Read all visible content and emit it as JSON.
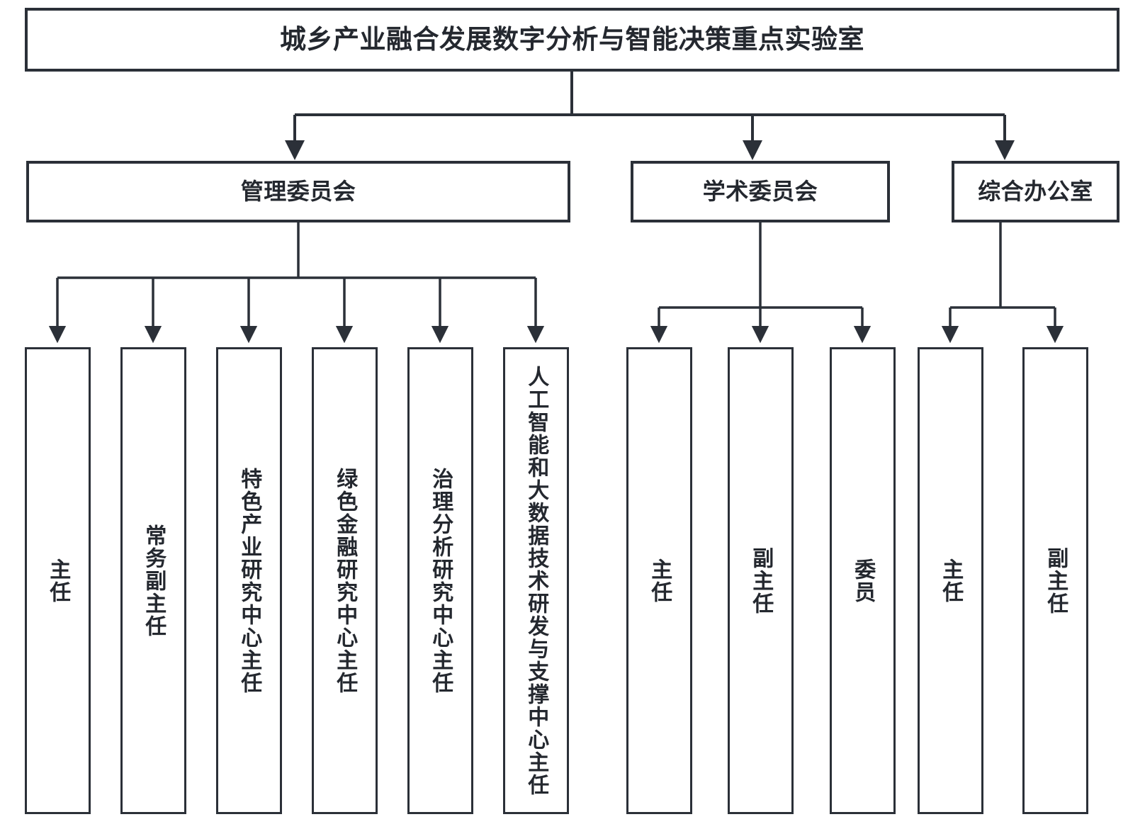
{
  "diagram": {
    "type": "organizational-chart",
    "title": "城乡产业融合发展数字分析与智能决策重点实验室",
    "colors": {
      "border": "#2b3038",
      "text": "#24282f",
      "background": "#ffffff",
      "connector": "#2b3038"
    },
    "root": {
      "label": "城乡产业融合发展数字分析与智能决策重点实验室"
    },
    "level2": [
      {
        "label": "管理委员会"
      },
      {
        "label": "学术委员会"
      },
      {
        "label": "综合办公室"
      }
    ],
    "management_children": [
      {
        "label": "主任"
      },
      {
        "label": "常务副主任"
      },
      {
        "label": "特色产业研究中心主任"
      },
      {
        "label": "绿色金融研究中心主任"
      },
      {
        "label": "治理分析研究中心主任"
      },
      {
        "label": "人工智能和大数据技术研发与支撑中心主任"
      }
    ],
    "academic_children": [
      {
        "label": "主任"
      },
      {
        "label": "副主任"
      },
      {
        "label": "委员"
      }
    ],
    "office_children": [
      {
        "label": "主任"
      },
      {
        "label": "副主任"
      }
    ]
  }
}
